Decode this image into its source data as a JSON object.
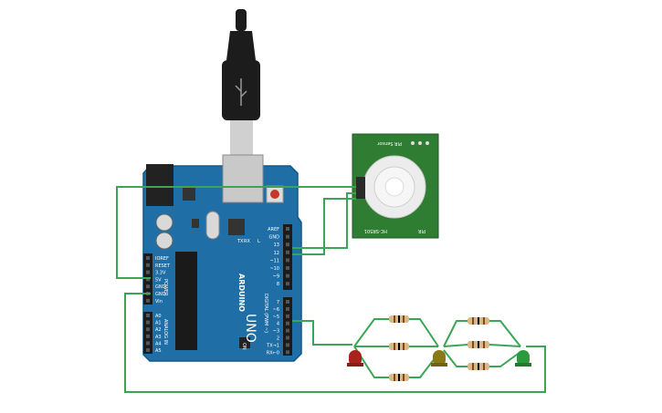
{
  "arduino": {
    "brand": "ARDUINO",
    "model": "UNO",
    "digital_header_label": "DIGITAL (PWM ~)",
    "power_label": "POWER",
    "analog_label": "ANALOG IN",
    "tx_label": "TX",
    "rx_label": "RX",
    "led_l_label": "L",
    "on_label": "ON",
    "power_pins": [
      "IOREF",
      "RESET",
      "3.3V",
      "5V",
      "GND",
      "GND",
      "Vin"
    ],
    "analog_pins": [
      "A0",
      "A1",
      "A2",
      "A3",
      "A4",
      "A5"
    ],
    "digital_top_pins": [
      "AREF",
      "GND",
      "13",
      "12",
      "~11",
      "~10",
      "~9",
      "8"
    ],
    "digital_bottom_pins": [
      "7",
      "~6",
      "~5",
      "4",
      "~3",
      "2",
      "TX→1",
      "RX←0"
    ]
  },
  "pir_sensor": {
    "model_label": "HC-SR501",
    "pins_label": "PIR Sensor",
    "side_label": "PIR"
  },
  "colors": {
    "board_blue": "#1f6fa6",
    "board_blue_dark": "#145686",
    "wire_green": "#3aa655",
    "pir_green": "#2f7d32",
    "led_red": "#a8231c",
    "led_olive": "#8a7a16",
    "led_green": "#2b9a3a",
    "resistor_body": "#d7b98a",
    "usb_black": "#1c1c1c",
    "usb_metal": "#cfcfcf"
  },
  "components": {
    "leds": [
      "red-led",
      "yellow-led",
      "green-led"
    ],
    "resistors": 6
  }
}
